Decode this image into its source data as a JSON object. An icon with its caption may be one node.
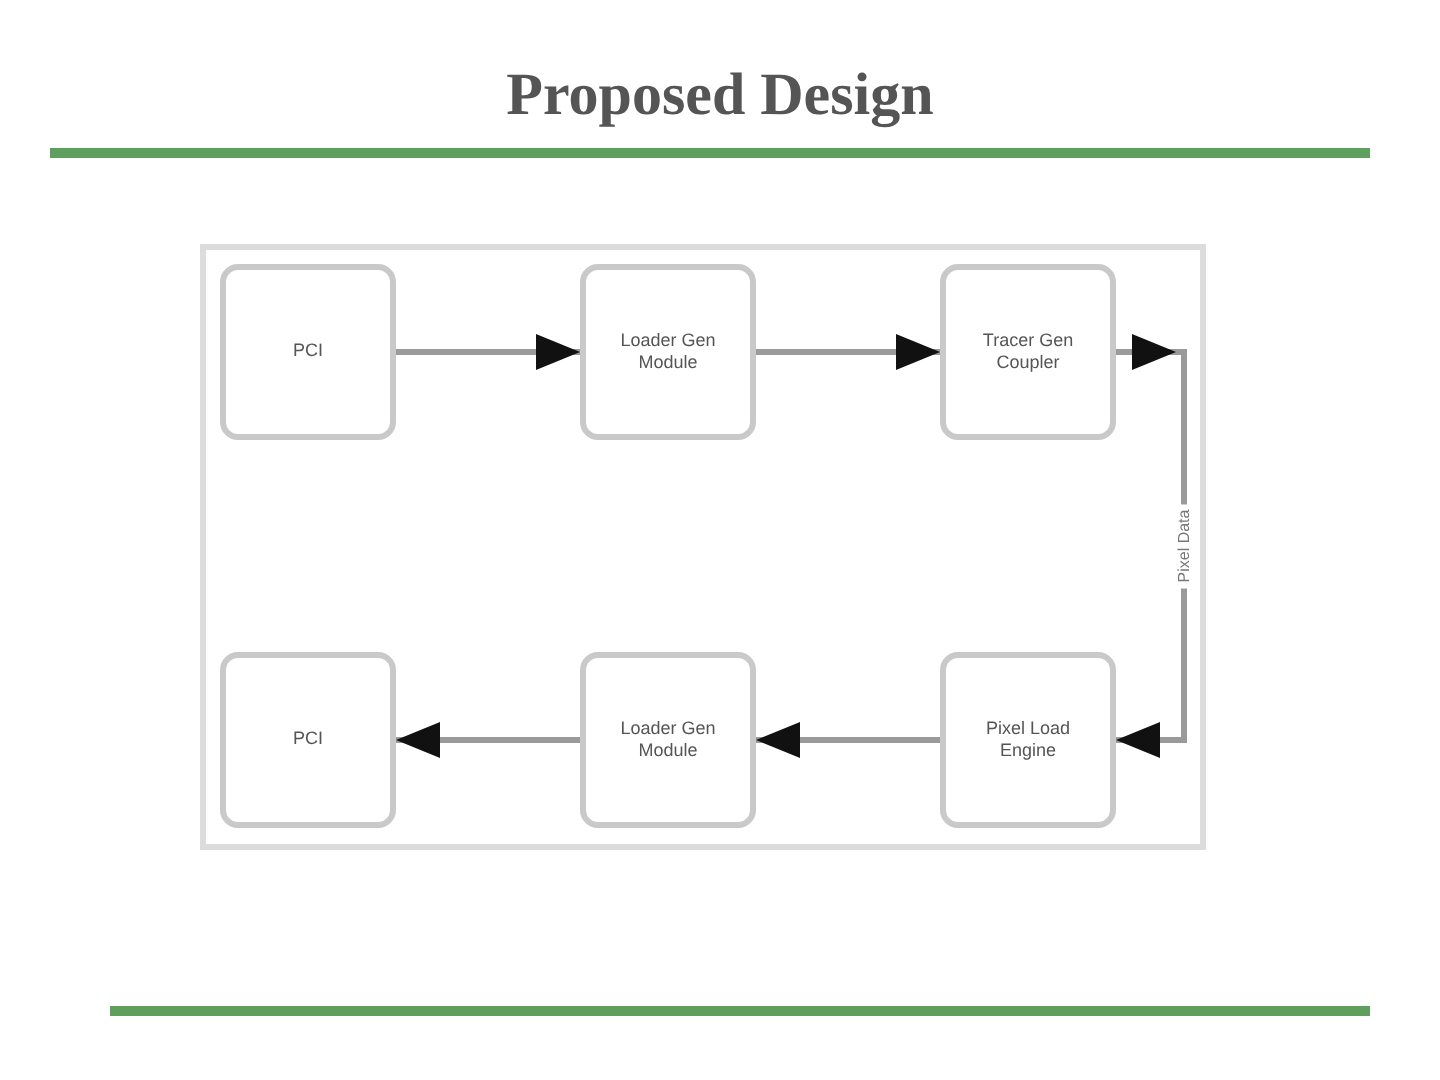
{
  "diagram": {
    "title": "Proposed Design",
    "nodes": [
      {
        "text": [
          "PCI"
        ]
      },
      {
        "text": [
          "Loader Gen Module"
        ]
      },
      {
        "text": [
          "Tracer Gen Coupler"
        ]
      },
      {
        "text": [
          "Pixel Load Engine"
        ]
      },
      {
        "text": [
          "Loader Gen Module"
        ]
      },
      {
        "text": [
          "PCI"
        ]
      }
    ],
    "edges": [
      {
        "from": 0,
        "to": 1,
        "arrow": "to"
      },
      {
        "from": 1,
        "to": 2,
        "arrow": "to"
      },
      {
        "from": 2,
        "to": 3,
        "arrow": "to",
        "label": "Pixel Data"
      },
      {
        "from": 3,
        "to": 4,
        "arrow": "to"
      },
      {
        "from": 4,
        "to": 5,
        "arrow": "to"
      }
    ]
  }
}
